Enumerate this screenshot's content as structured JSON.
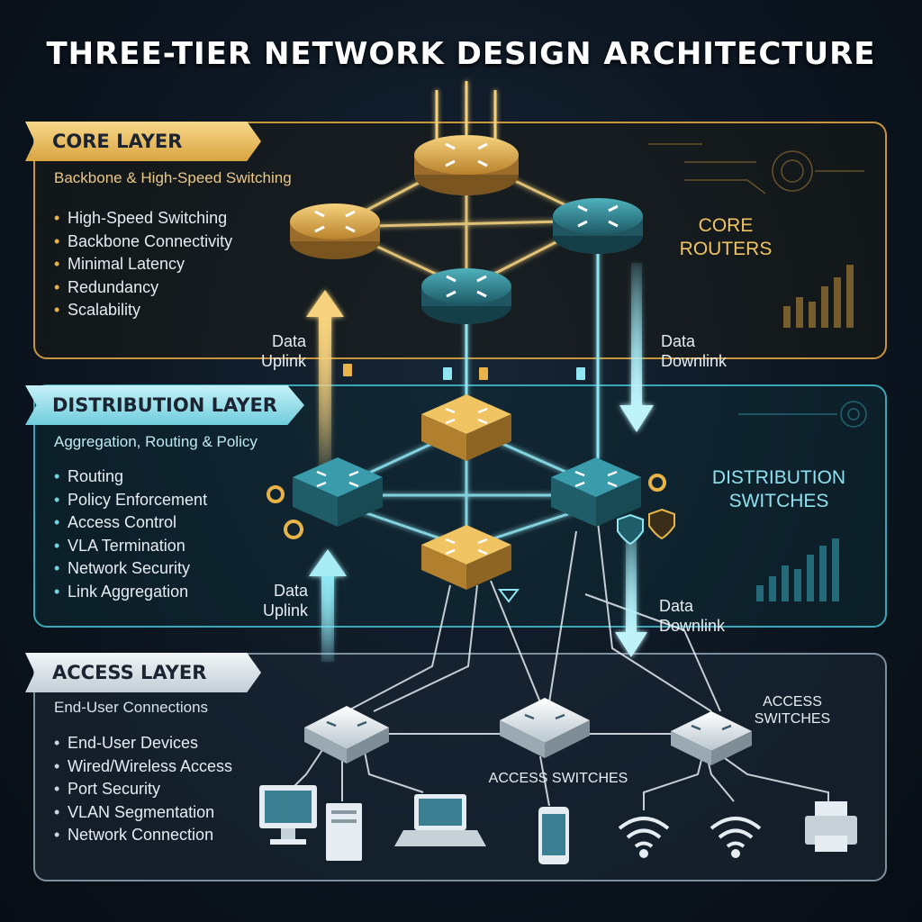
{
  "title": "THREE-TIER NETWORK DESIGN ARCHITECTURE",
  "layers": {
    "core": {
      "name": "CORE LAYER",
      "subtitle": "Backbone & High-Speed Switching",
      "features": [
        "High-Speed Switching",
        "Backbone Connectivity",
        "Minimal Latency",
        "Redundancy",
        "Scalability"
      ],
      "callout_line1": "CORE",
      "callout_line2": "ROUTERS"
    },
    "distribution": {
      "name": "DISTRIBUTION LAYER",
      "subtitle": "Aggregation, Routing & Policy",
      "features": [
        "Routing",
        "Policy Enforcement",
        "Access Control",
        "VLA Termination",
        "Network Security",
        "Link Aggregation"
      ],
      "callout_line1": "DISTRIBUTION",
      "callout_line2": "SWITCHES"
    },
    "access": {
      "name": "ACCESS LAYER",
      "subtitle": "End-User Connections",
      "features": [
        "End-User Devices",
        "Wired/Wireless Access",
        "Port Security",
        "VLAN Segmentation",
        "Network Connection"
      ],
      "callout_line1": "ACCESS",
      "callout_line2": "SWITCHES",
      "callout_center": "ACCESS SWITCHES"
    }
  },
  "flows": {
    "uplink_1": "Data",
    "uplink_2": "Uplink",
    "downlink_1": "Data",
    "downlink_2": "Downlink"
  },
  "colors": {
    "core": "#e0a83e",
    "distribution": "#4fc3d6",
    "access": "#c9d6de",
    "background": "#0c1520"
  },
  "icons": {
    "core_router": "router-icon",
    "distribution_switch": "switch-icon",
    "access_switch": "switch-icon",
    "devices": [
      "desktop-icon",
      "server-tower-icon",
      "laptop-icon",
      "smartphone-icon",
      "wifi-icon",
      "wifi-icon",
      "printer-icon"
    ]
  }
}
